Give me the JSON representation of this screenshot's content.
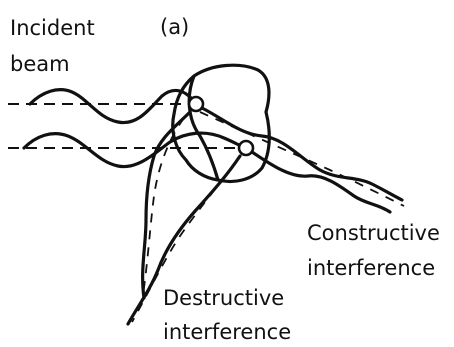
{
  "labels": {
    "incident_line1": "Incident",
    "incident_line2": "beam",
    "panel": "(a)",
    "constructive_line1": "Constructive",
    "constructive_line2": "interference",
    "destructive_line1": "Destructive",
    "destructive_line2": "interference"
  },
  "colors": {
    "ink": "#111111",
    "background": "#ffffff"
  }
}
